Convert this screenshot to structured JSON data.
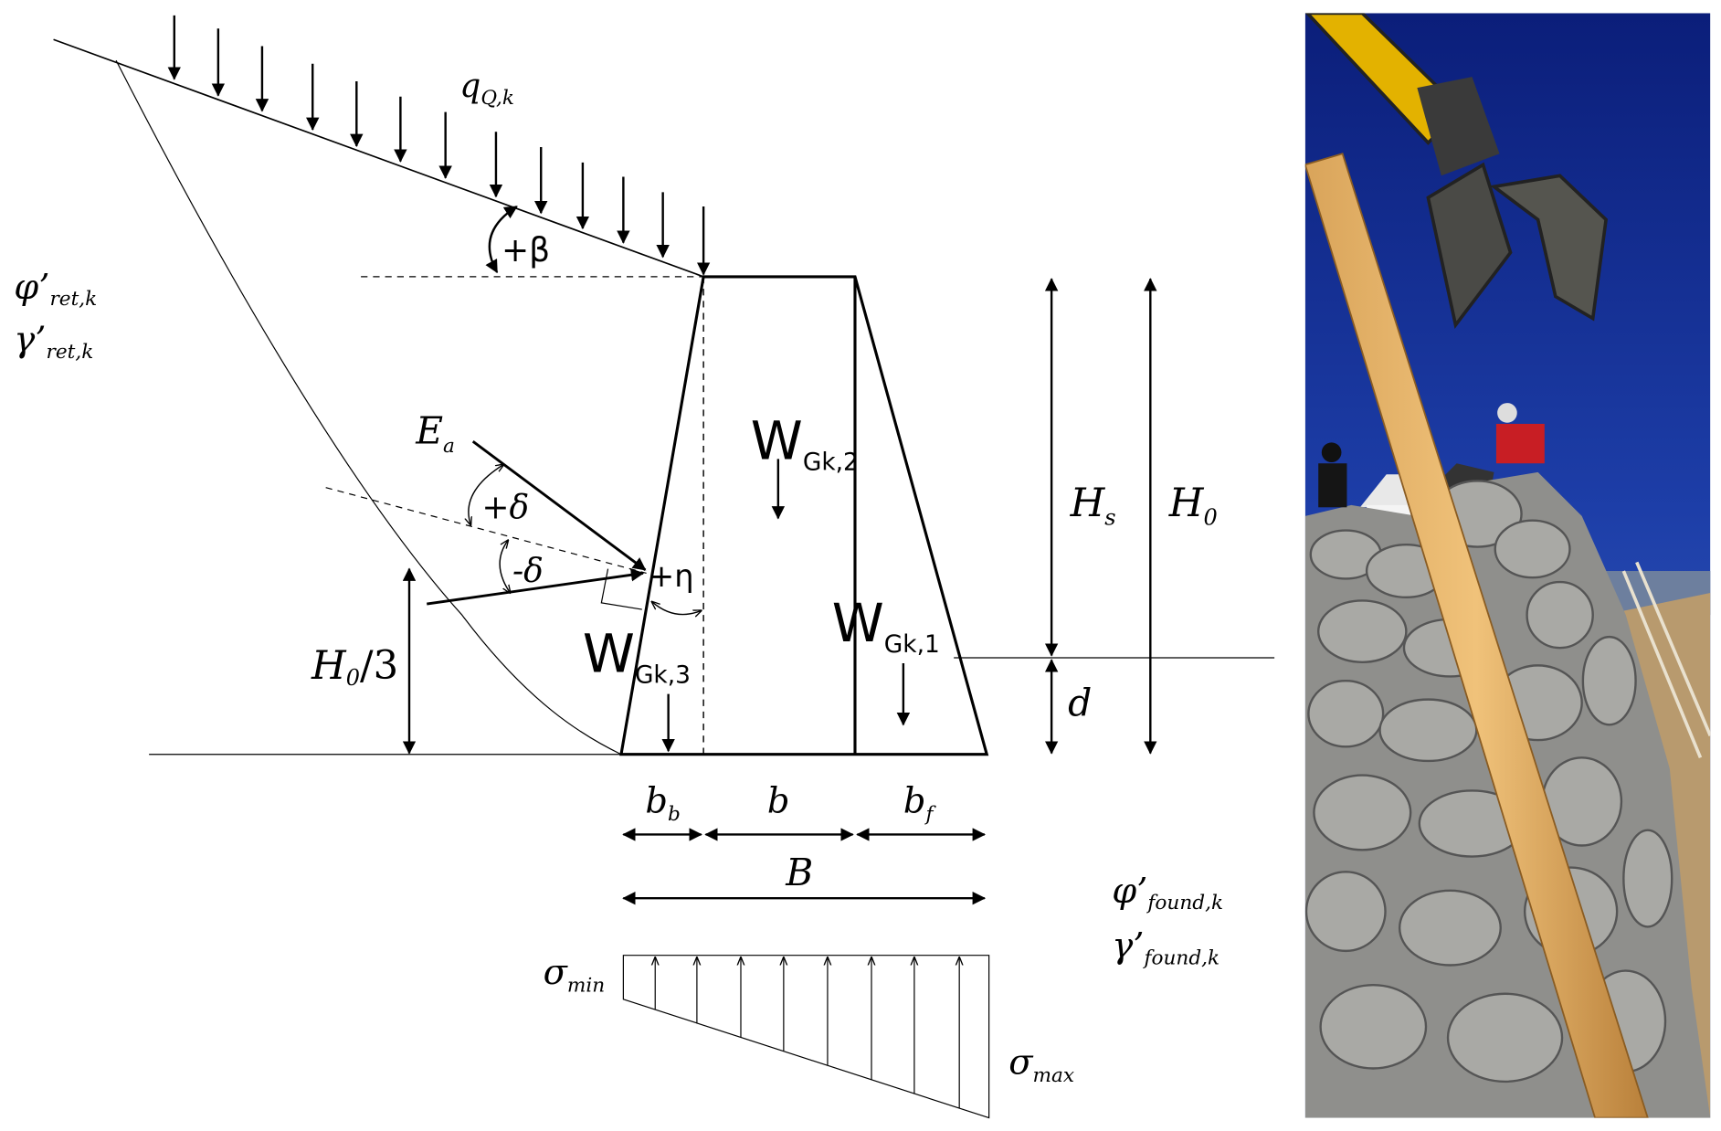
{
  "labels": {
    "q": "q",
    "q_sub": "Q,k",
    "beta": "+β",
    "phi_ret": "φ’",
    "phi_ret_sub": "ret,k",
    "gamma_ret": "γ’",
    "gamma_ret_sub": "ret,k",
    "ea": "E",
    "ea_sub": "a",
    "delta_pos": "+δ",
    "delta_neg": "-δ",
    "eta": "+η",
    "h0_3": "H",
    "h0_3_sub": "0",
    "h0_3_tail": "/3",
    "w2": "W",
    "w2_sub": "Gk,2",
    "w1": "W",
    "w1_sub": "Gk,1",
    "w3": "W",
    "w3_sub": "Gk,3",
    "hs": "H",
    "hs_sub": "s",
    "h0": "H",
    "h0_sub": "0",
    "d": "d",
    "bb": "b",
    "bb_sub": "b",
    "b": "b",
    "bf": "b",
    "bf_sub": "f",
    "B": "B",
    "phi_found": "φ’",
    "phi_found_sub": "found,k",
    "gamma_found": "γ’",
    "gamma_found_sub": "found,k",
    "smin": "σ",
    "smin_sub": "min",
    "smax": "σ",
    "smax_sub": "max"
  }
}
